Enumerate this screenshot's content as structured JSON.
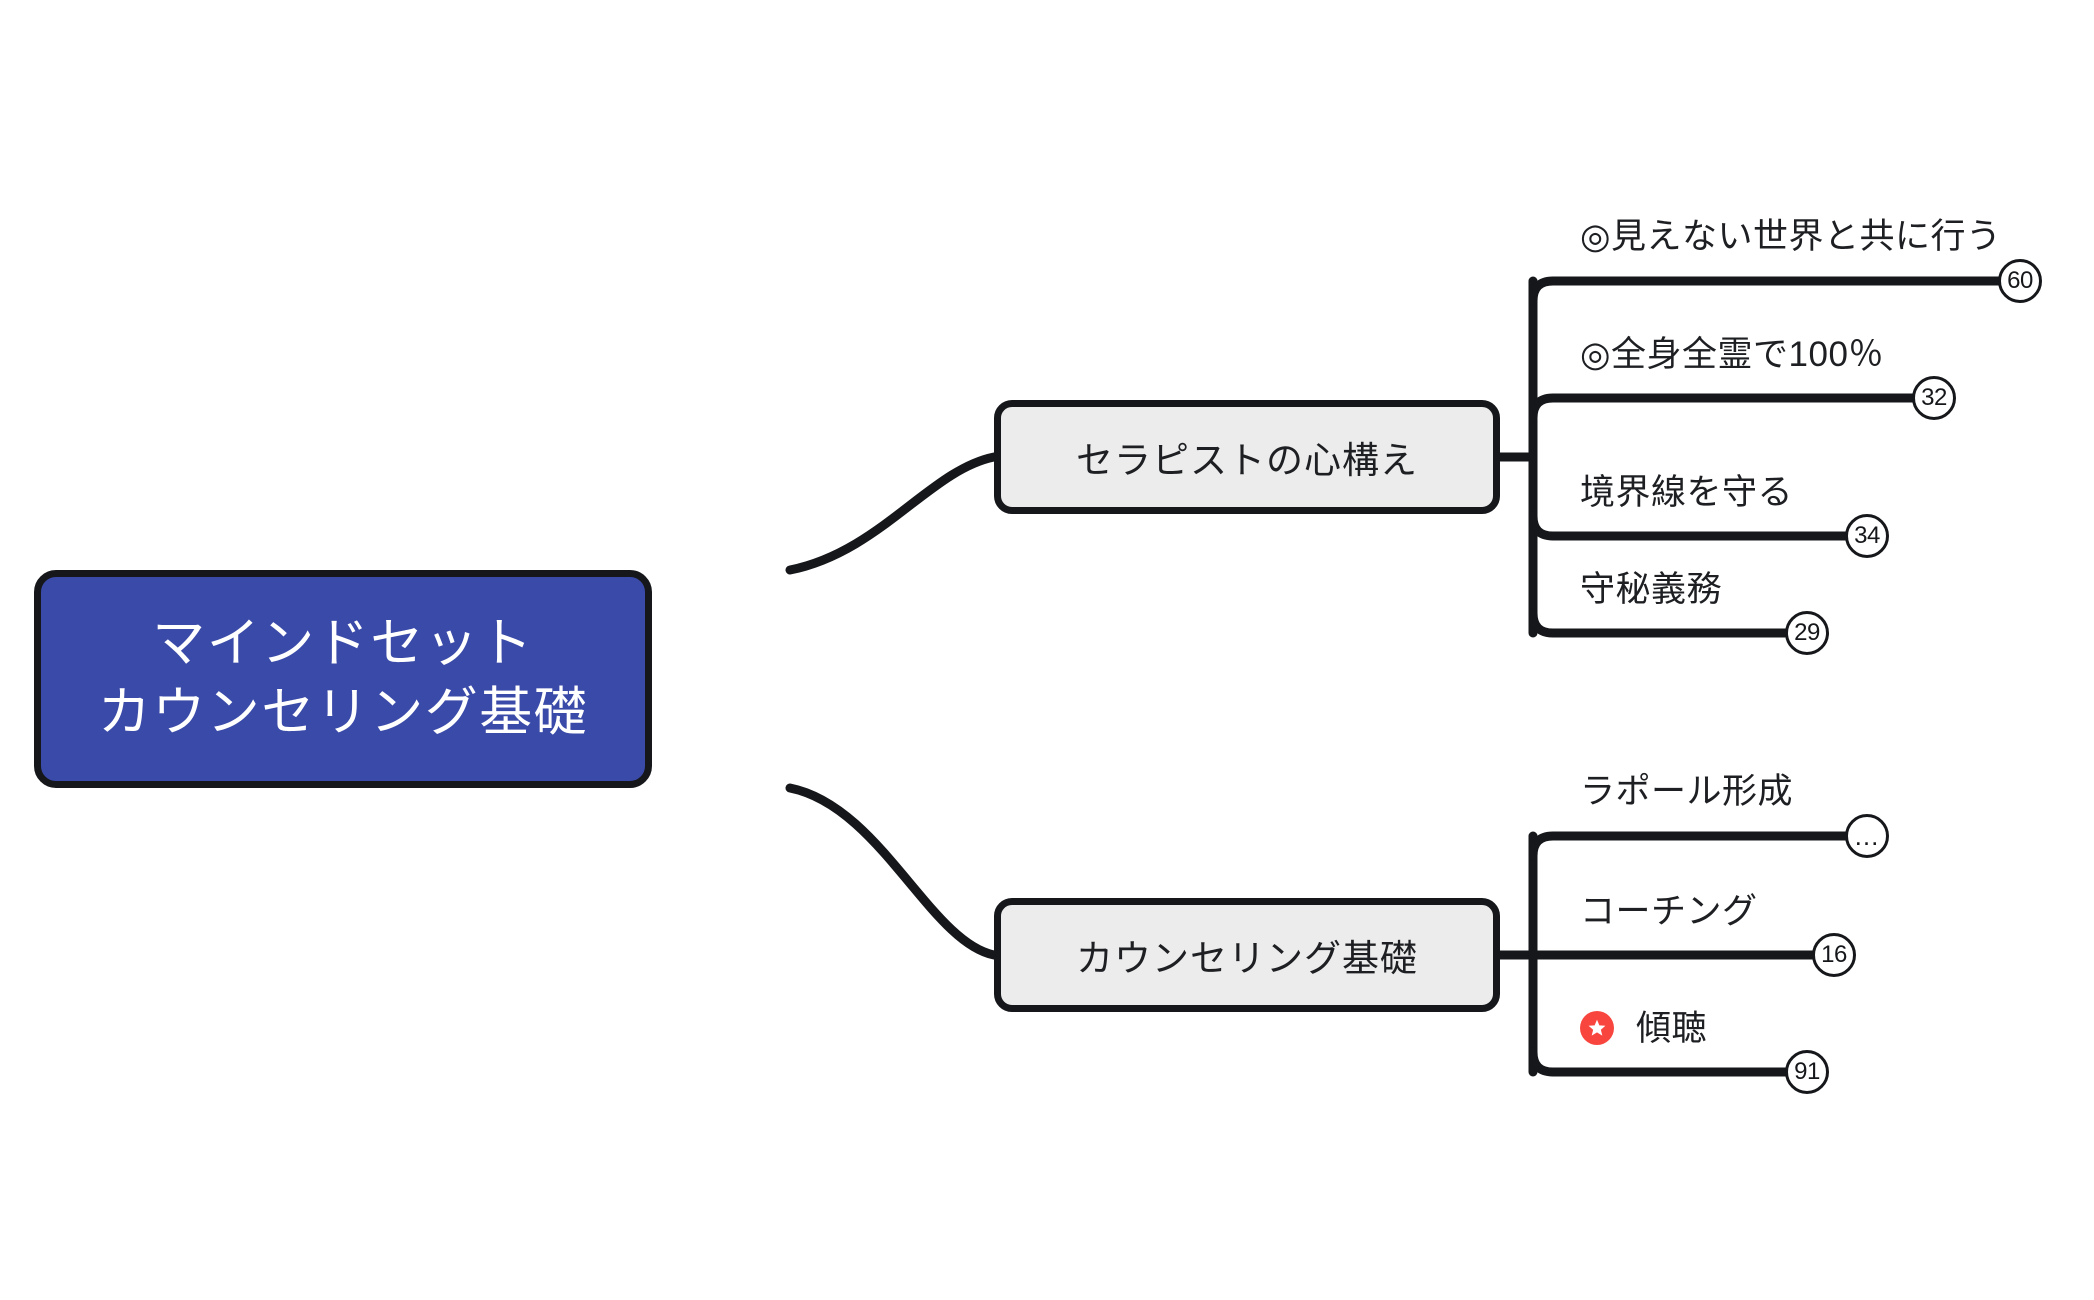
{
  "diagram": {
    "type": "mindmap",
    "title": "マインドセット カウンセリング基礎",
    "colors": {
      "root_fill": "#3a4aa8",
      "root_text": "#ffffff",
      "branch_fill": "#ececec",
      "branch_text": "#1d1f22",
      "stroke": "#15171a",
      "star_marker": "#f8463f",
      "background": "#ffffff"
    }
  },
  "root": {
    "name": "root-node",
    "line1": "マインドセット",
    "line2": "カウンセリング基礎"
  },
  "branches": [
    {
      "name": "branch-therapist-mindset",
      "label": "セラピストの心構え",
      "leaves": [
        {
          "name": "leaf-invisible-world",
          "label": "◎見えない世界と共に行う",
          "badge": "60",
          "marker": null
        },
        {
          "name": "leaf-full-devotion",
          "label": "◎全身全霊で100％",
          "badge": "32",
          "marker": null
        },
        {
          "name": "leaf-boundaries",
          "label": "境界線を守る",
          "badge": "34",
          "marker": null
        },
        {
          "name": "leaf-confidentiality",
          "label": "守秘義務",
          "badge": "29",
          "marker": null
        }
      ]
    },
    {
      "name": "branch-counseling-basics",
      "label": "カウンセリング基礎",
      "leaves": [
        {
          "name": "leaf-rapport",
          "label": "ラポール形成",
          "badge": "…",
          "marker": null
        },
        {
          "name": "leaf-coaching",
          "label": "コーチング",
          "badge": "16",
          "marker": null
        },
        {
          "name": "leaf-active-listen",
          "label": "傾聴",
          "badge": "91",
          "marker": "star-icon"
        }
      ]
    }
  ]
}
